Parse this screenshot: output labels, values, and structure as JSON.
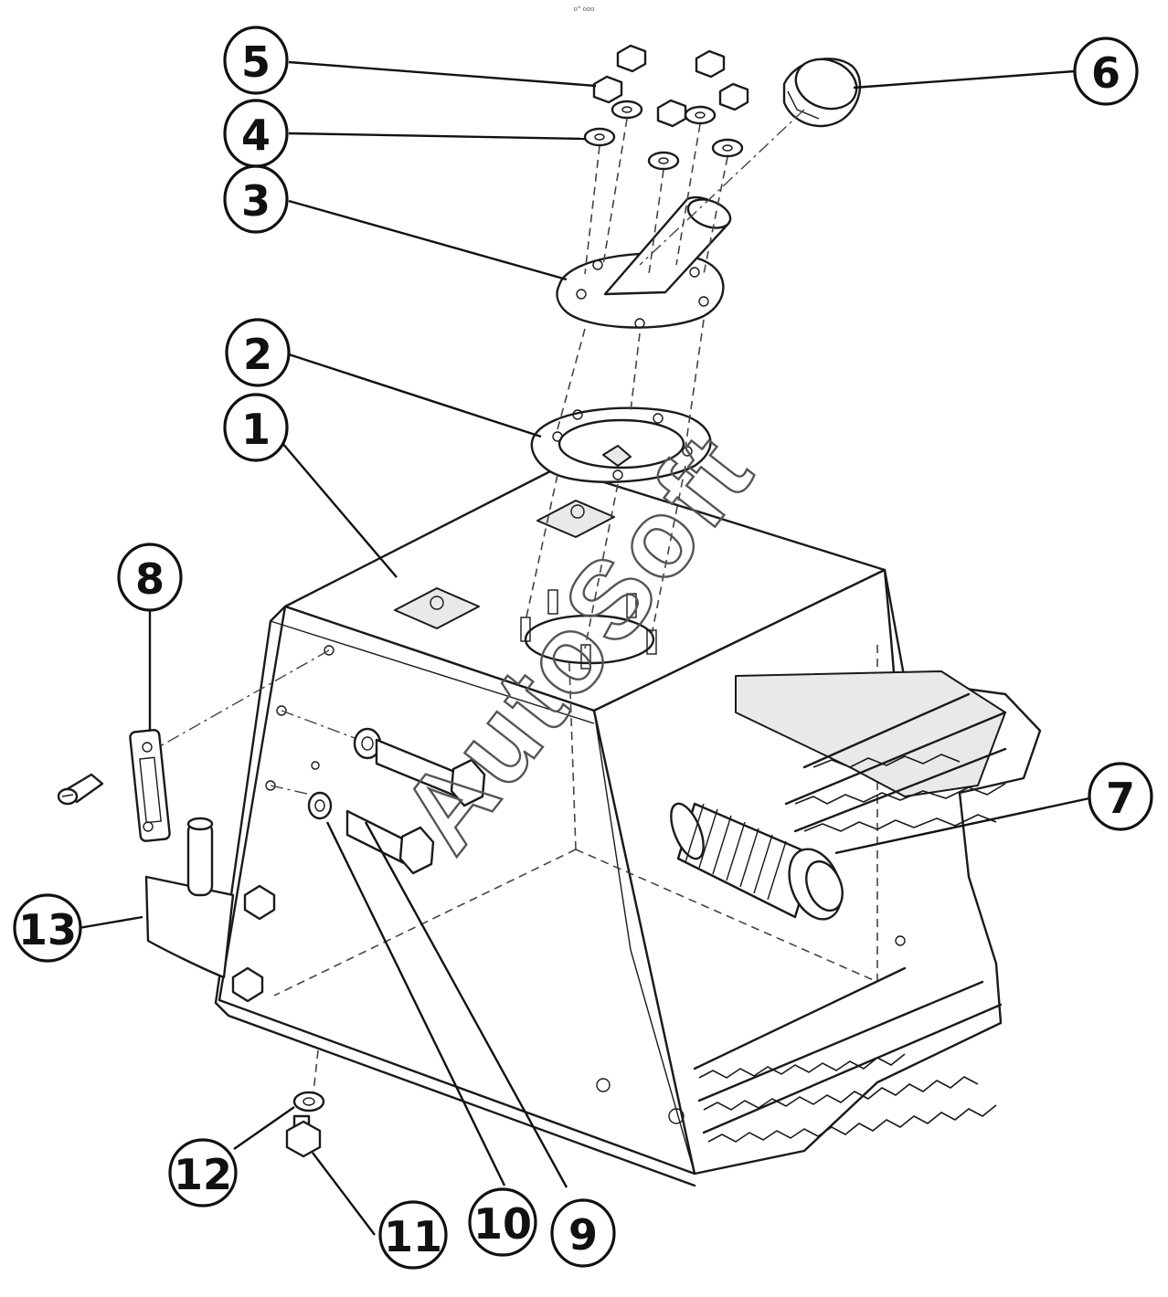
{
  "watermark": "AutoSoft",
  "header_mark": "o° ooo",
  "callouts": [
    {
      "id": "callout-1",
      "number": "1"
    },
    {
      "id": "callout-2",
      "number": "2"
    },
    {
      "id": "callout-3",
      "number": "3"
    },
    {
      "id": "callout-4",
      "number": "4"
    },
    {
      "id": "callout-5",
      "number": "5"
    },
    {
      "id": "callout-6",
      "number": "6"
    },
    {
      "id": "callout-7",
      "number": "7"
    },
    {
      "id": "callout-8",
      "number": "8"
    },
    {
      "id": "callout-9",
      "number": "9"
    },
    {
      "id": "callout-10",
      "number": "10"
    },
    {
      "id": "callout-11",
      "number": "11"
    },
    {
      "id": "callout-12",
      "number": "12"
    },
    {
      "id": "callout-13",
      "number": "13"
    }
  ]
}
